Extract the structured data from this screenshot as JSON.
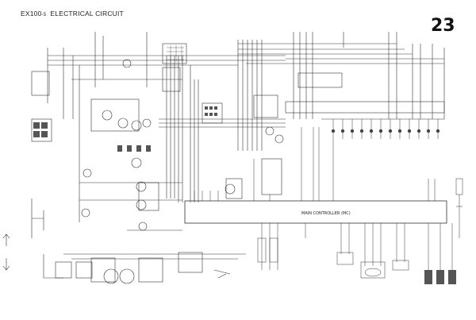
{
  "header": {
    "model": "EX100",
    "model_suffix": "-5",
    "title": "ELECTRICAL CIRCUIT",
    "page_number": "23"
  },
  "main_controller": {
    "label": "MAIN CONTROLLER (MC)"
  },
  "colors": {
    "line": "#333333",
    "fill_dark": "#555555",
    "background": "#ffffff"
  }
}
